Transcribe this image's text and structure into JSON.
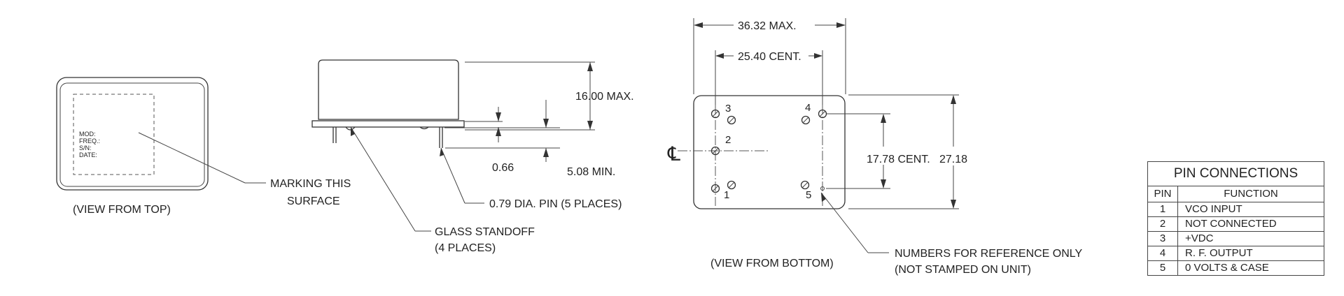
{
  "top_view": {
    "marking_fields": [
      "MOD:",
      "FREQ.:",
      "S/N:",
      "DATE:"
    ],
    "caption": "(VIEW FROM TOP)",
    "marking_callout": [
      "MARKING THIS",
      "SURFACE"
    ]
  },
  "side_view": {
    "height_dim": "16.00 MAX.",
    "standoff_dim": "0.66",
    "pin_length_dim": "5.08  MIN.",
    "pin_dia_callout": "0.79  DIA. PIN (5 PLACES)",
    "glass_standoff_callout": [
      "GLASS STANDOFF",
      "(4 PLACES)"
    ]
  },
  "bottom_view": {
    "width_max": "36.32 MAX.",
    "pin_spacing_h": "25.40 CENT.",
    "pin_spacing_v": "17.78 CENT.",
    "height_dim": "27.18",
    "centerline_symbol": "℄",
    "pin_numbers": [
      "1",
      "2",
      "3",
      "4",
      "5"
    ],
    "caption": "(VIEW FROM BOTTOM)",
    "reference_note": [
      "NUMBERS FOR REFERENCE ONLY",
      "(NOT STAMPED ON UNIT)"
    ]
  },
  "pin_table": {
    "title": "PIN CONNECTIONS",
    "col_pin": "PIN",
    "col_function": "FUNCTION",
    "rows": [
      {
        "pin": "1",
        "function": "VCO INPUT"
      },
      {
        "pin": "2",
        "function": "NOT CONNECTED"
      },
      {
        "pin": "3",
        "function": "+VDC"
      },
      {
        "pin": "4",
        "function": "R. F. OUTPUT"
      },
      {
        "pin": "5",
        "function": "0 VOLTS & CASE"
      }
    ]
  }
}
